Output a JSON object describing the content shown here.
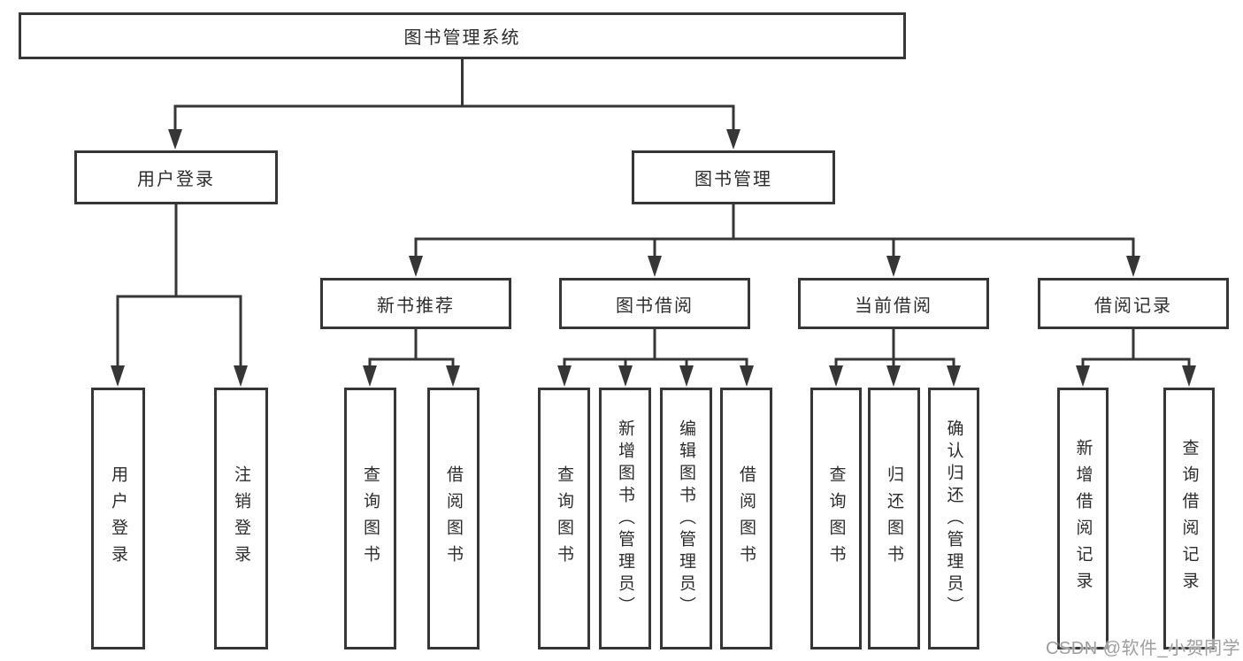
{
  "diagram_type": "functional-structure-tree",
  "tree": {
    "root": {
      "label": "图书管理系统",
      "children": [
        {
          "label": "用户登录",
          "children": [
            {
              "label": "用户登录"
            },
            {
              "label": "注销登录"
            }
          ]
        },
        {
          "label": "图书管理",
          "children": [
            {
              "label": "新书推荐",
              "children": [
                {
                  "label": "查询图书"
                },
                {
                  "label": "借阅图书"
                }
              ]
            },
            {
              "label": "图书借阅",
              "children": [
                {
                  "label": "查询图书"
                },
                {
                  "label": "新增图书（管理员）"
                },
                {
                  "label": "编辑图书（管理员）"
                },
                {
                  "label": "借阅图书"
                }
              ]
            },
            {
              "label": "当前借阅",
              "children": [
                {
                  "label": "查询图书"
                },
                {
                  "label": "归还图书"
                },
                {
                  "label": "确认归还（管理员）"
                }
              ]
            },
            {
              "label": "借阅记录",
              "children": [
                {
                  "label": "新增借阅记录"
                },
                {
                  "label": "查询借阅记录"
                }
              ]
            }
          ]
        }
      ]
    }
  },
  "watermark": {
    "text": "CSDN @软件_小贺同学"
  },
  "colors": {
    "line": "#363636",
    "node_text": "#2d2d2d",
    "watermark_text": "#9e9e9e",
    "background": "#ffffff"
  }
}
